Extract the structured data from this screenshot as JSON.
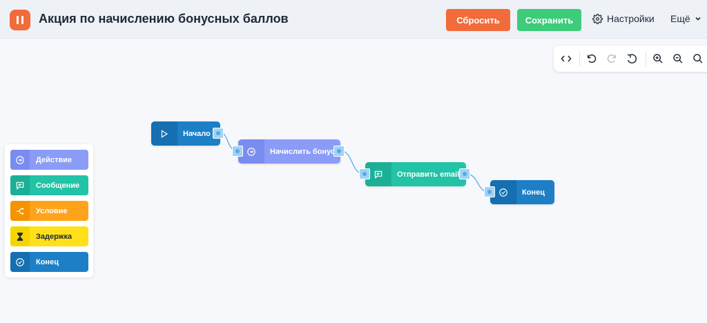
{
  "header": {
    "title": "Акция по начислению бонусных баллов",
    "reset_label": "Сбросить",
    "save_label": "Сохранить",
    "settings_label": "Настройки",
    "more_label": "Ещё"
  },
  "toolbar": {
    "icons": [
      "code-icon",
      "undo-icon",
      "redo-icon",
      "history-icon",
      "zoom-in-icon",
      "zoom-out-icon",
      "zoom-fit-icon"
    ]
  },
  "palette": {
    "items": [
      {
        "label": "Действие",
        "icon": "arrow-right-circle-icon",
        "color": "#8b9cf7"
      },
      {
        "label": "Сообщение",
        "icon": "message-icon",
        "color": "#22c3a6"
      },
      {
        "label": "Условие",
        "icon": "branch-icon",
        "color": "#ffa31a"
      },
      {
        "label": "Задержка",
        "icon": "hourglass-icon",
        "color": "#ffe01a"
      },
      {
        "label": "Конец",
        "icon": "check-circle-icon",
        "color": "#1d7fc6"
      }
    ]
  },
  "flow": {
    "nodes": [
      {
        "label": "Начало",
        "icon": "play-icon",
        "color": "#1d7fc6"
      },
      {
        "label": "Начислить бонус",
        "icon": "arrow-right-circle-icon",
        "color": "#8b9cf7"
      },
      {
        "label": "Отправить email",
        "icon": "message-icon",
        "color": "#22c3a6"
      },
      {
        "label": "Конец",
        "icon": "check-circle-icon",
        "color": "#1d7fc6"
      }
    ]
  },
  "colors": {
    "accent_orange": "#f26b3a",
    "accent_green": "#3ccc7a",
    "port": "#9fd3f5",
    "wire": "#6fb5e6"
  }
}
